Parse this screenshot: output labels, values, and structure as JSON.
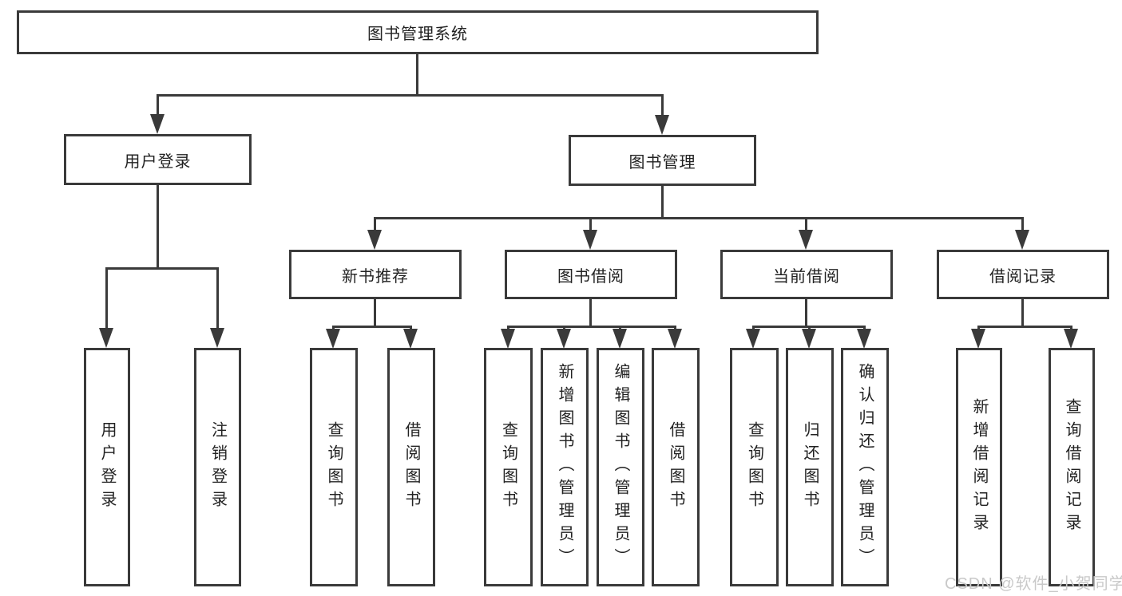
{
  "diagram": {
    "title_node": {
      "label": "图书管理系统"
    },
    "level1": [
      {
        "label": "用户登录"
      },
      {
        "label": "图书管理"
      }
    ],
    "level2": [
      {
        "label": "新书推荐"
      },
      {
        "label": "图书借阅"
      },
      {
        "label": "当前借阅"
      },
      {
        "label": "借阅记录"
      }
    ],
    "leaves": {
      "user_login": [
        {
          "label": "用户登录"
        },
        {
          "label": "注销登录"
        }
      ],
      "new_book": [
        {
          "label": "查询图书"
        },
        {
          "label": "借阅图书"
        }
      ],
      "book_borrow": [
        {
          "label": "查询图书"
        },
        {
          "label": "新增图书（管理员）"
        },
        {
          "label": "编辑图书（管理员）"
        },
        {
          "label": "借阅图书"
        }
      ],
      "current_borrow": [
        {
          "label": "查询图书"
        },
        {
          "label": "归还图书"
        },
        {
          "label": "确认归还（管理员）"
        }
      ],
      "borrow_record": [
        {
          "label": "新增借阅记录"
        },
        {
          "label": "查询借阅记录"
        }
      ]
    },
    "colors": {
      "line": "#3a3a3a",
      "text": "#222222",
      "watermark": "#c9c9c9",
      "background": "#ffffff"
    }
  },
  "watermark": {
    "text": "CSDN @软件_小贺同学"
  }
}
